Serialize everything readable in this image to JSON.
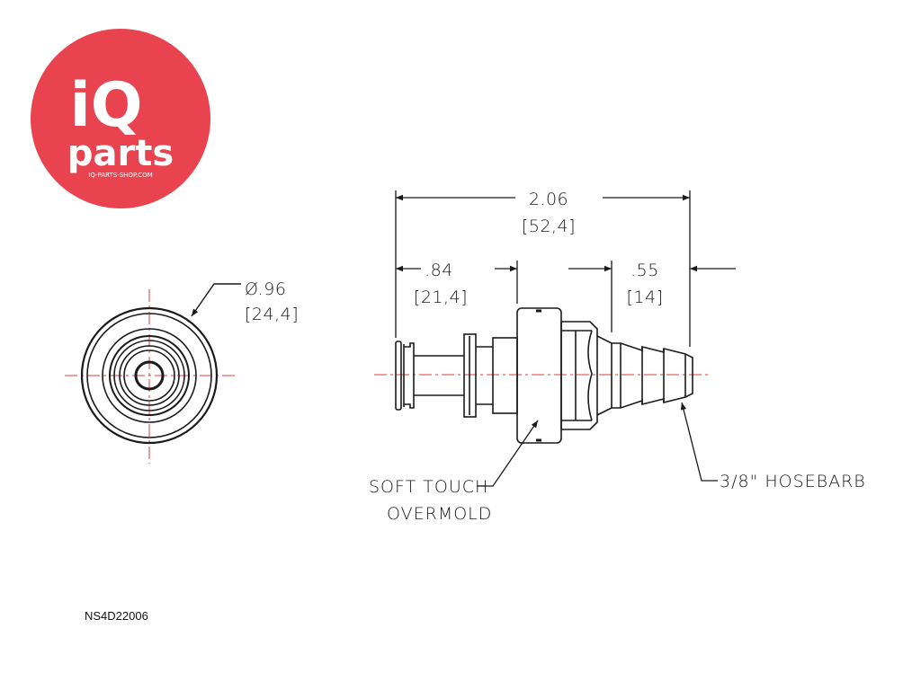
{
  "logo": {
    "brand_main": "iQ",
    "brand_sub": "parts",
    "site": "IQ-PARTS-SHOP.COM",
    "color": "#e8434f"
  },
  "end_view": {
    "diameter_in": "Ø.96",
    "diameter_mm": "[24,4]"
  },
  "side_view": {
    "overall_in": "2.06",
    "overall_mm": "[52,4]",
    "left_in": ".84",
    "left_mm": "[21,4]",
    "right_in": ".55",
    "right_mm": "[14]"
  },
  "notes": {
    "overmold_line1": "SOFT TOUCH",
    "overmold_line2": "OVERMOLD",
    "hosebarb": "3/8\" HOSEBARB"
  },
  "part_number": "NS4D22006",
  "colors": {
    "centerline": "#e23b3b",
    "line": "#1a1a1a"
  }
}
